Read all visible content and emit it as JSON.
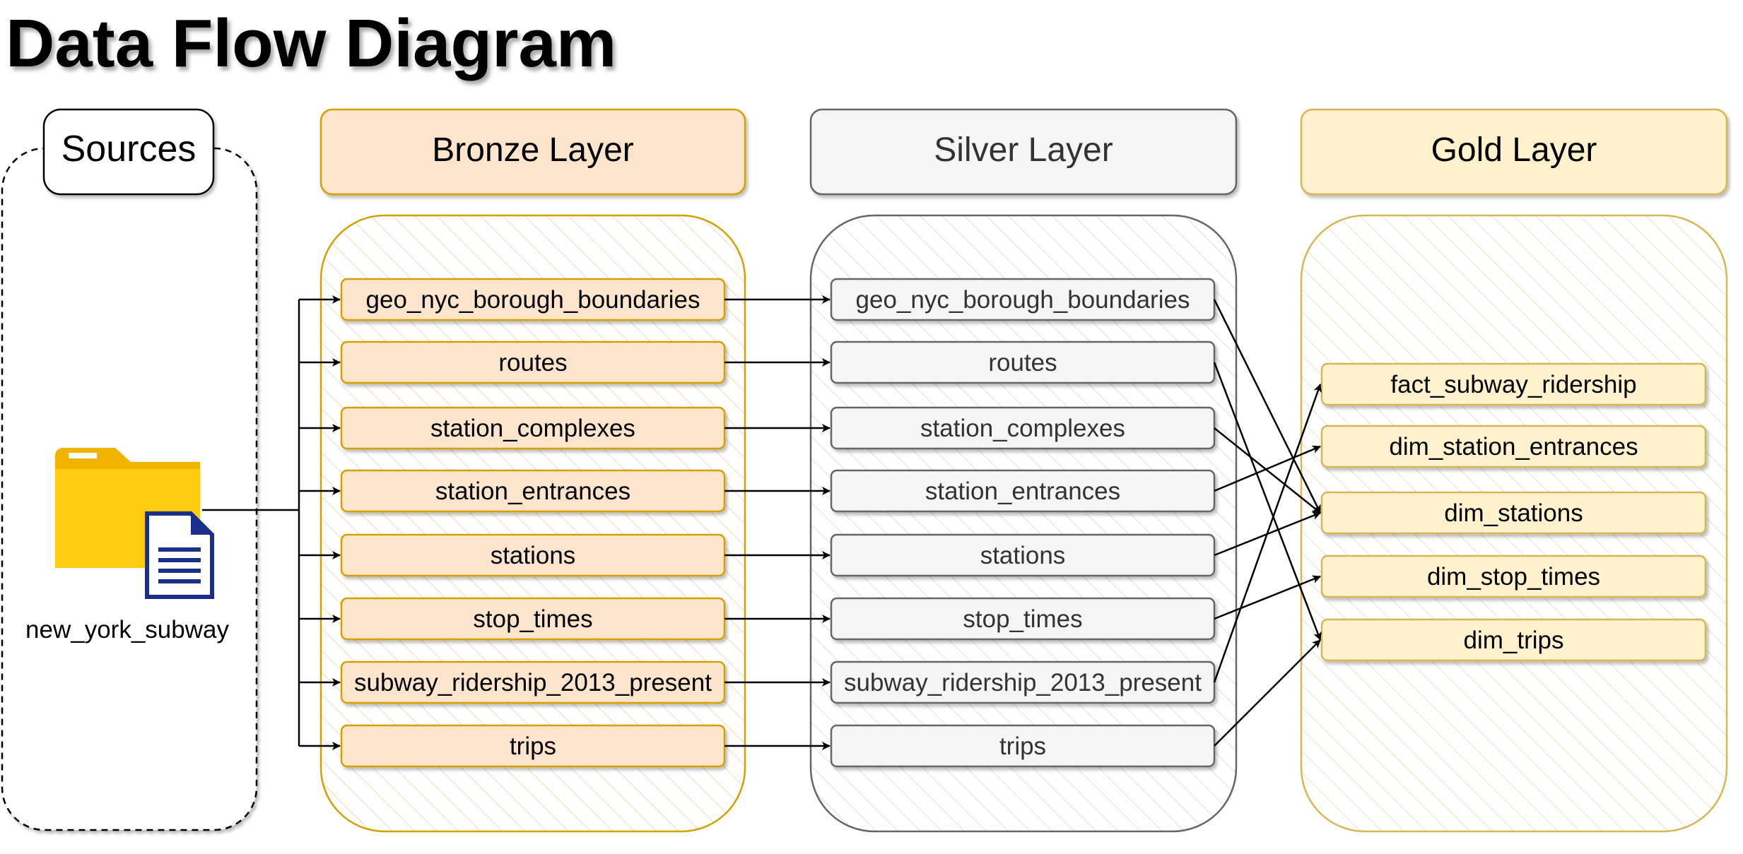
{
  "title": "Data Flow Diagram",
  "sources": {
    "header": "Sources",
    "item_label": "new_york_subway",
    "icon": "folder-document-icon"
  },
  "bronze": {
    "header": "Bronze Layer",
    "tables": [
      "geo_nyc_borough_boundaries",
      "routes",
      "station_complexes",
      "station_entrances",
      "stations",
      "stop_times",
      "subway_ridership_2013_present",
      "trips"
    ]
  },
  "silver": {
    "header": "Silver Layer",
    "tables": [
      "geo_nyc_borough_boundaries",
      "routes",
      "station_complexes",
      "station_entrances",
      "stations",
      "stop_times",
      "subway_ridership_2013_present",
      "trips"
    ]
  },
  "gold": {
    "header": "Gold Layer",
    "tables": [
      "fact_subway_ridership",
      "dim_station_entrances",
      "dim_stations",
      "dim_stop_times",
      "dim_trips"
    ]
  },
  "silver_to_gold": [
    {
      "from": "geo_nyc_borough_boundaries",
      "to": "dim_stations"
    },
    {
      "from": "routes",
      "to": "dim_trips"
    },
    {
      "from": "station_complexes",
      "to": "dim_stations"
    },
    {
      "from": "station_entrances",
      "to": "dim_station_entrances"
    },
    {
      "from": "stations",
      "to": "dim_stations"
    },
    {
      "from": "stop_times",
      "to": "dim_stop_times"
    },
    {
      "from": "subway_ridership_2013_present",
      "to": "fact_subway_ridership"
    },
    {
      "from": "trips",
      "to": "dim_trips"
    }
  ],
  "colors": {
    "bronze_fill": "#fde4cc",
    "bronze_stroke": "#d5a100",
    "silver_fill": "#f5f5f5",
    "silver_stroke": "#666666",
    "gold_fill": "#fff2cc",
    "gold_stroke": "#d6b656",
    "arrow": "#000000"
  }
}
